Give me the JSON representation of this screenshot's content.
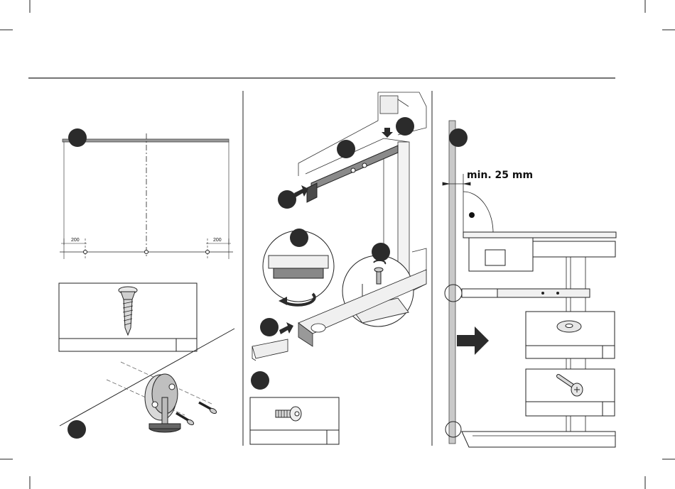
{
  "panel_left": {
    "dim_left": "200",
    "dim_right": "200"
  },
  "panel_right": {
    "clearance_label": "min. 25 mm"
  },
  "colors": {
    "ink": "#1a1a1a",
    "step_badge": "#2b2b2b",
    "part_fill": "#d9d9d9",
    "arrow_fill": "#2b2b2b"
  },
  "icons": {
    "screw": "countersunk-screw-icon",
    "washer": "washer-icon",
    "bolt": "hex-bolt-icon",
    "wood_screw": "pan-head-screw-icon",
    "leveling_foot": "leveling-foot-icon",
    "rotate": "rotate-arrow-icon",
    "push": "push-arrow-icon"
  }
}
